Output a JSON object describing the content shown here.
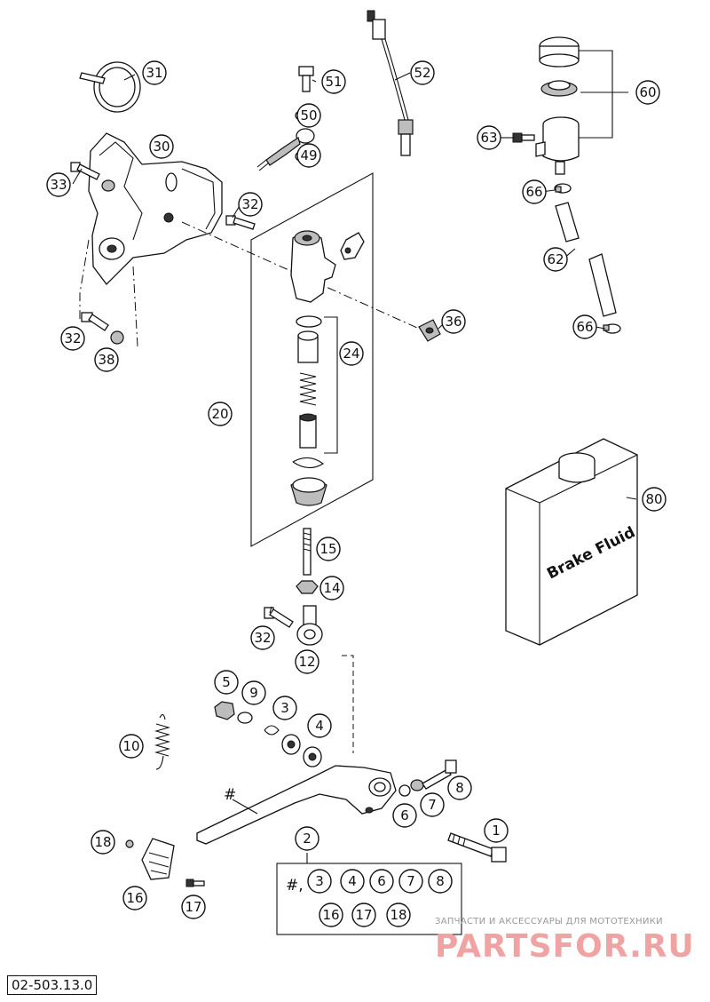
{
  "document": {
    "code": "02-503.13.0"
  },
  "callouts": [
    {
      "id": "1",
      "label": "1"
    },
    {
      "id": "2",
      "label": "2"
    },
    {
      "id": "3",
      "label": "3"
    },
    {
      "id": "4",
      "label": "4"
    },
    {
      "id": "5",
      "label": "5"
    },
    {
      "id": "6",
      "label": "6"
    },
    {
      "id": "7",
      "label": "7"
    },
    {
      "id": "8",
      "label": "8"
    },
    {
      "id": "9",
      "label": "9"
    },
    {
      "id": "10",
      "label": "10"
    },
    {
      "id": "12",
      "label": "12"
    },
    {
      "id": "14",
      "label": "14"
    },
    {
      "id": "15",
      "label": "15"
    },
    {
      "id": "16",
      "label": "16"
    },
    {
      "id": "17",
      "label": "17"
    },
    {
      "id": "18",
      "label": "18"
    },
    {
      "id": "20",
      "label": "20"
    },
    {
      "id": "24",
      "label": "24"
    },
    {
      "id": "30",
      "label": "30"
    },
    {
      "id": "31",
      "label": "31"
    },
    {
      "id": "32a",
      "label": "32"
    },
    {
      "id": "32b",
      "label": "32"
    },
    {
      "id": "32c",
      "label": "32"
    },
    {
      "id": "33",
      "label": "33"
    },
    {
      "id": "36",
      "label": "36"
    },
    {
      "id": "38",
      "label": "38"
    },
    {
      "id": "49",
      "label": "49"
    },
    {
      "id": "50",
      "label": "50"
    },
    {
      "id": "51",
      "label": "51"
    },
    {
      "id": "52",
      "label": "52"
    },
    {
      "id": "60",
      "label": "60"
    },
    {
      "id": "62",
      "label": "62"
    },
    {
      "id": "63",
      "label": "63"
    },
    {
      "id": "66a",
      "label": "66"
    },
    {
      "id": "66b",
      "label": "66"
    },
    {
      "id": "80",
      "label": "80"
    }
  ],
  "kit": {
    "label": "2",
    "prefix": "#,",
    "items": [
      "3",
      "4",
      "6",
      "7",
      "8",
      "16",
      "17",
      "18"
    ]
  },
  "lever_marker": "#",
  "fluid_can_label": "Brake Fluid",
  "watermark": {
    "tagline": "ЗАПЧАСТИ И АКСЕССУАРЫ ДЛЯ МОТОТЕХНИКИ",
    "brand": "PARTSFOR.RU"
  }
}
